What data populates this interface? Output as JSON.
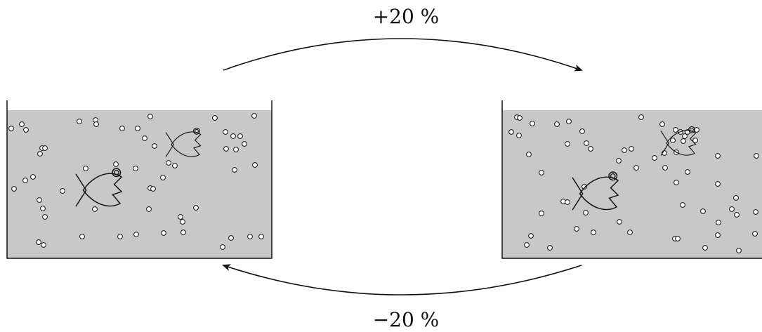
{
  "labels": {
    "top": "+20 %",
    "bottom": "−20 %"
  },
  "colors": {
    "water": "#c8c8c8",
    "ink": "#111111",
    "bubble_fill": "#ffffff"
  },
  "tanks": [
    {
      "id": "left-tank",
      "fish_count": 2
    },
    {
      "id": "right-tank",
      "fish_count": 2
    }
  ]
}
